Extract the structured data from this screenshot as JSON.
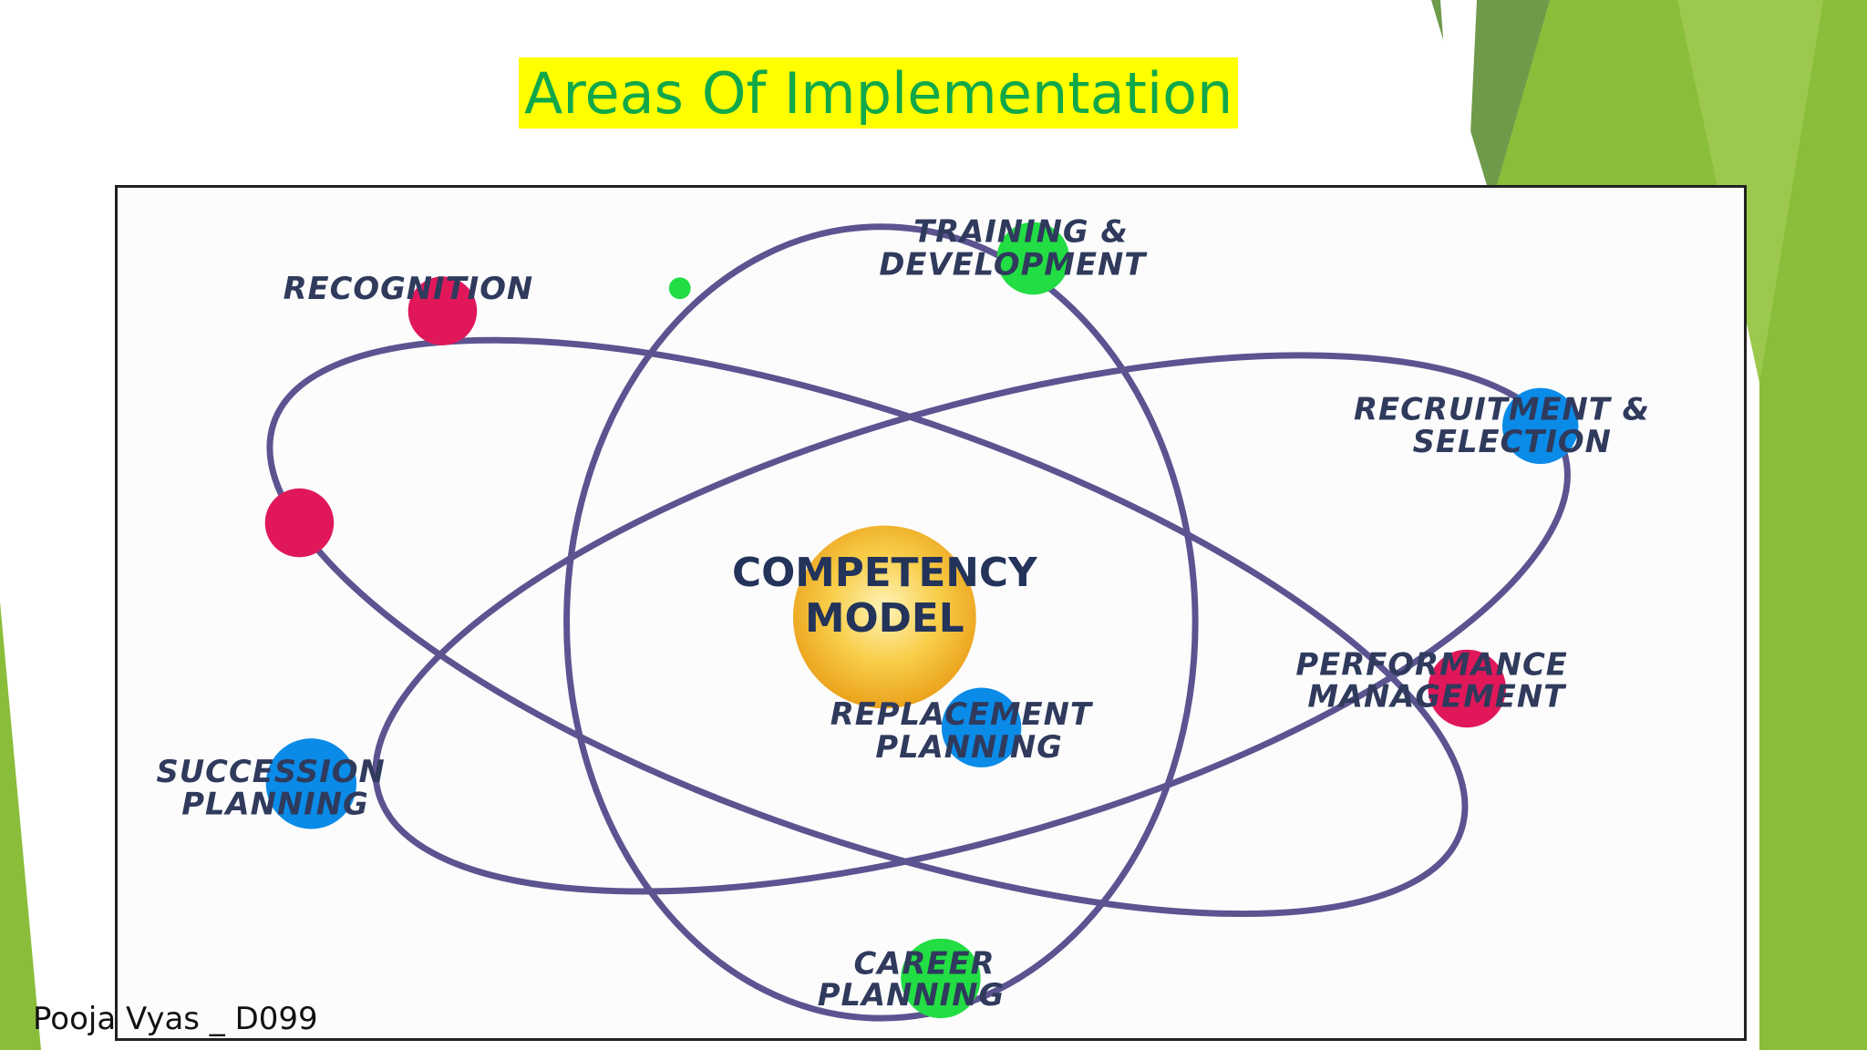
{
  "slide": {
    "title": "Areas Of Implementation",
    "footer": "Pooja Vyas _ D099"
  },
  "diagram": {
    "center": {
      "line1": "COMPETENCY",
      "line2": "MODEL"
    },
    "nodes": [
      {
        "id": "recognition",
        "lines": [
          "RECOGNITION"
        ],
        "color": "#e0185a"
      },
      {
        "id": "training",
        "lines": [
          "TRAINING &",
          "DEVELOPMENT"
        ],
        "color": "#22dd44"
      },
      {
        "id": "recruitment",
        "lines": [
          "RECRUITMENT &",
          "SELECTION"
        ],
        "color": "#0a8be8"
      },
      {
        "id": "performance",
        "lines": [
          "PERFORMANCE",
          "MANAGEMENT"
        ],
        "color": "#e0185a"
      },
      {
        "id": "replacement",
        "lines": [
          "REPLACEMENT",
          "PLANNING"
        ],
        "color": "#0a8be8"
      },
      {
        "id": "succession",
        "lines": [
          "SUCCESSION",
          "PLANNING"
        ],
        "color": "#0a8be8"
      },
      {
        "id": "career",
        "lines": [
          "CAREER",
          "PLANNING"
        ],
        "color": "#22dd44"
      }
    ]
  },
  "colors": {
    "title_bg": "#ffff00",
    "title_text": "#11a84a",
    "orbit": "#5b5490",
    "accent_green": "#8cc63e"
  }
}
